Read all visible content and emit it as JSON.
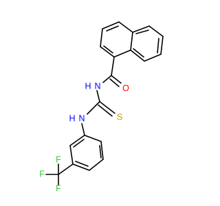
{
  "molecule": {
    "atoms": {
      "O": {
        "text": "O",
        "color": "#ff0000"
      },
      "N_amide": {
        "text": "N",
        "color": "#0000ff"
      },
      "H_amide": {
        "text": "H",
        "color": "#0000ff"
      },
      "S": {
        "text": "S",
        "color": "#b8a000"
      },
      "N_thio": {
        "text": "N",
        "color": "#0000ff"
      },
      "H_thio": {
        "text": "H",
        "color": "#0000ff"
      },
      "F_left": {
        "text": "F",
        "color": "#32cd32"
      },
      "F_top": {
        "text": "F",
        "color": "#32cd32"
      },
      "F_bottom": {
        "text": "F",
        "color": "#32cd32"
      }
    }
  }
}
